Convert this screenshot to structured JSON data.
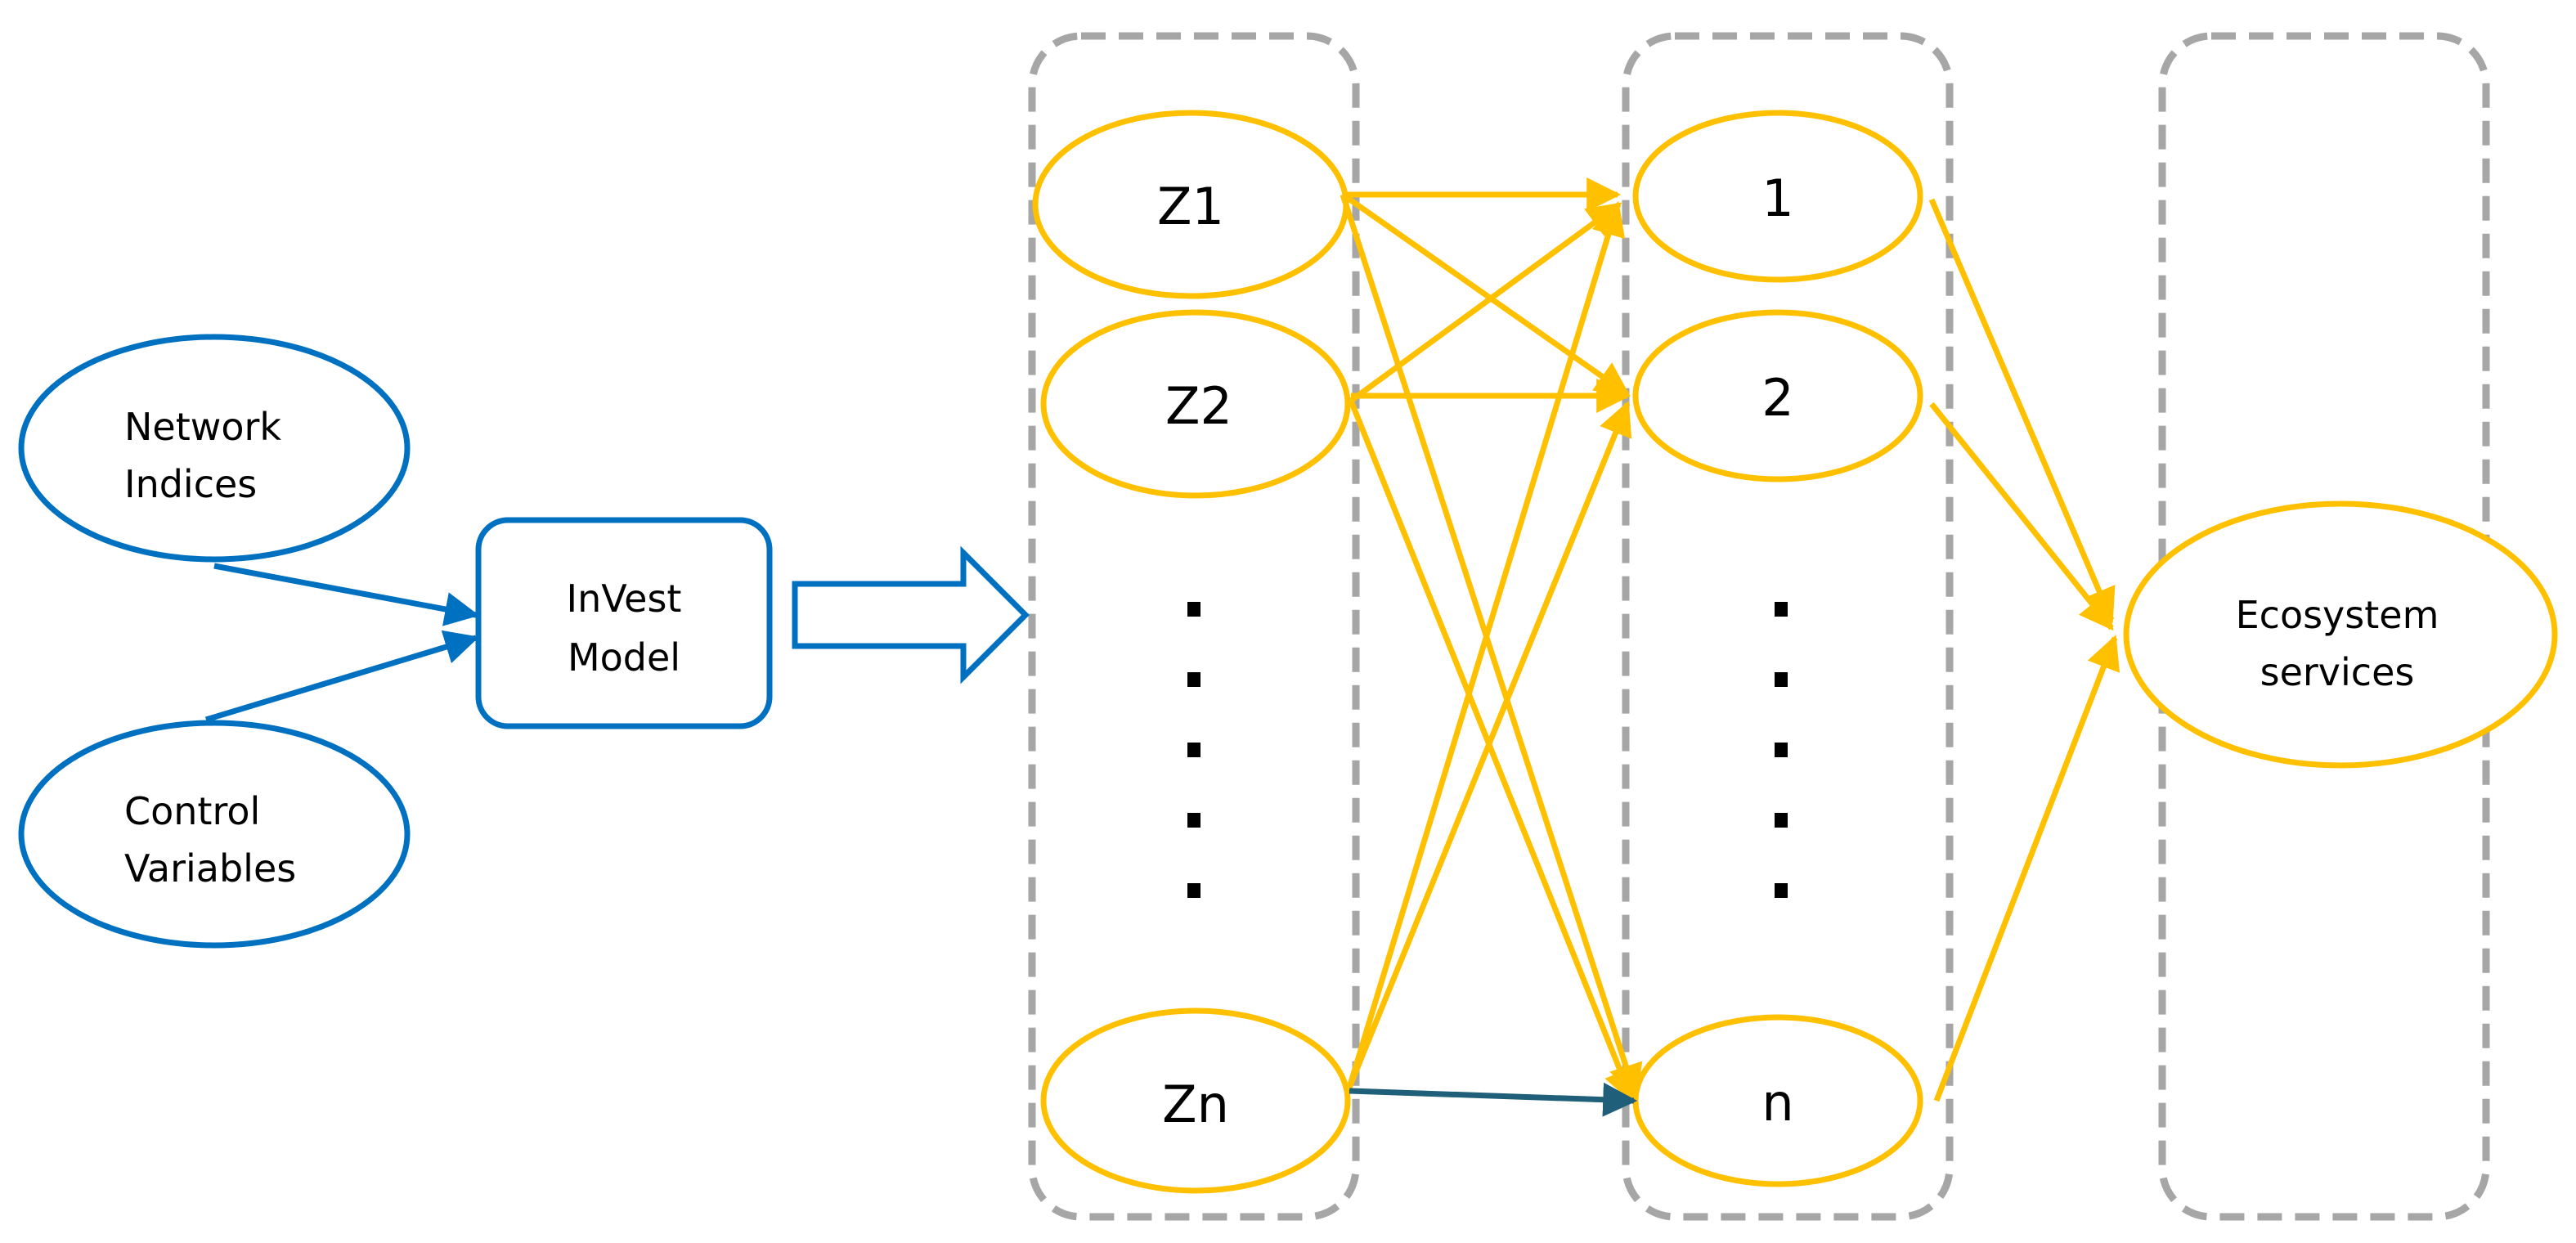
{
  "colors": {
    "blue": "#0070C0",
    "yellow": "#FFC000",
    "gray_dashed": "#A6A6A6",
    "dark_teal_arrow": "#1F5F7A",
    "text": "#000000"
  },
  "inputs": {
    "network": {
      "line1": "Network",
      "line2": "Indices"
    },
    "control": {
      "line1": "Control",
      "line2": "Variables"
    }
  },
  "model": {
    "line1": "InVest",
    "line2": "Model"
  },
  "zones": {
    "z1": "Z1",
    "z2": "Z2",
    "zn": "Zn"
  },
  "services": {
    "s1": "1",
    "s2": "2",
    "sn": "n"
  },
  "output": {
    "line1": "Ecosystem",
    "line2": "services"
  }
}
